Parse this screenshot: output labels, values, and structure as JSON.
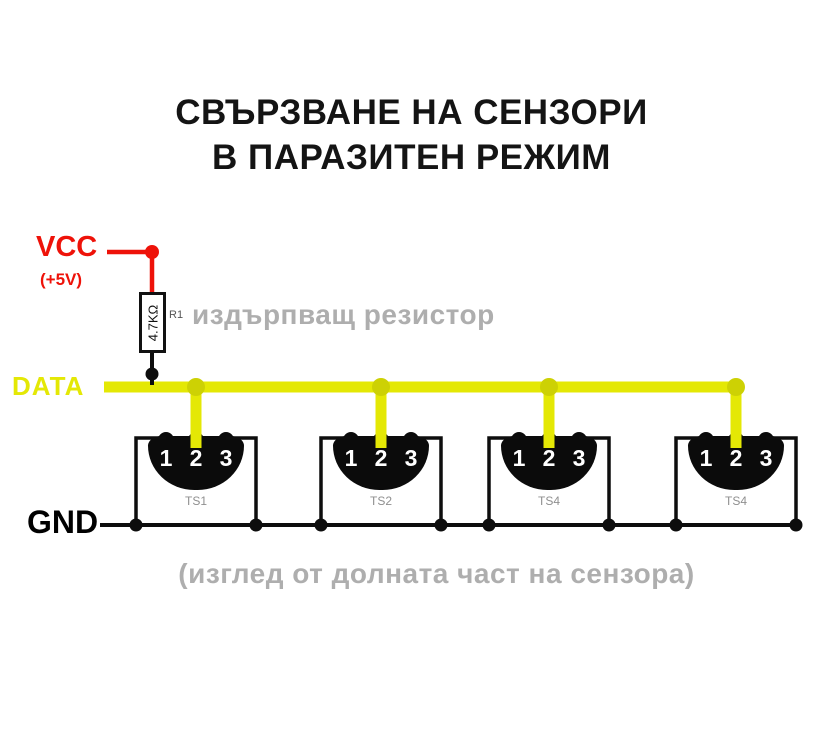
{
  "title": {
    "line1": "СВЪРЗВАНЕ НА СЕНЗОРИ",
    "line2": "В ПАРАЗИТЕН РЕЖИМ"
  },
  "power": {
    "vcc_label": "VCC",
    "vcc_voltage": "(+5V)"
  },
  "resistor": {
    "value": "4.7KΩ",
    "ref": "R1",
    "note": "издърпващ резистор"
  },
  "buses": {
    "data_label": "DATA",
    "gnd_label": "GND"
  },
  "sensors": [
    {
      "label": "TS1",
      "pins": [
        "1",
        "2",
        "3"
      ]
    },
    {
      "label": "TS2",
      "pins": [
        "1",
        "2",
        "3"
      ]
    },
    {
      "label": "TS4",
      "pins": [
        "1",
        "2",
        "3"
      ]
    },
    {
      "label": "TS4",
      "pins": [
        "1",
        "2",
        "3"
      ]
    }
  ],
  "footer": {
    "note": "(изглед от долната част на сензора)"
  },
  "colors": {
    "vcc_red": "#ee1209",
    "data_yellow": "#e4e805",
    "data_dot": "#cdd104",
    "wire_black": "#0d0d0d",
    "note_gray": "#aeaeae",
    "label_gray": "#8f8f8f",
    "title_black": "#141414"
  }
}
